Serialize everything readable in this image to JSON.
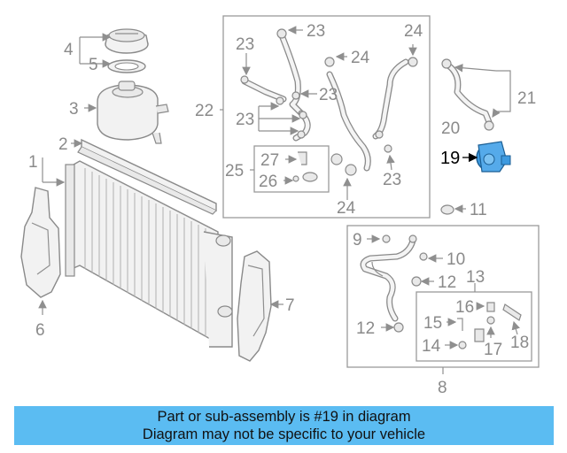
{
  "diagram": {
    "highlight_color": "#3d9ae0",
    "banner_color": "#5bbcf2",
    "labels": {
      "l1": "1",
      "l2": "2",
      "l3": "3",
      "l4": "4",
      "l5": "5",
      "l6": "6",
      "l7": "7",
      "l8": "8",
      "l9": "9",
      "l10": "10",
      "l11": "11",
      "l12a": "12",
      "l12b": "12",
      "l13": "13",
      "l14": "14",
      "l15": "15",
      "l16": "16",
      "l17": "17",
      "l18": "18",
      "l19": "19",
      "l20": "20",
      "l21": "21",
      "l22": "22",
      "l23a": "23",
      "l23b": "23",
      "l23c": "23",
      "l23d": "23",
      "l23e": "23",
      "l24a": "24",
      "l24b": "24",
      "l24c": "24",
      "l25": "25",
      "l26": "26",
      "l27": "27"
    }
  },
  "banner": {
    "line1": "Part or sub-assembly is #19 in diagram",
    "line2": "Diagram may not be specific to your vehicle"
  }
}
